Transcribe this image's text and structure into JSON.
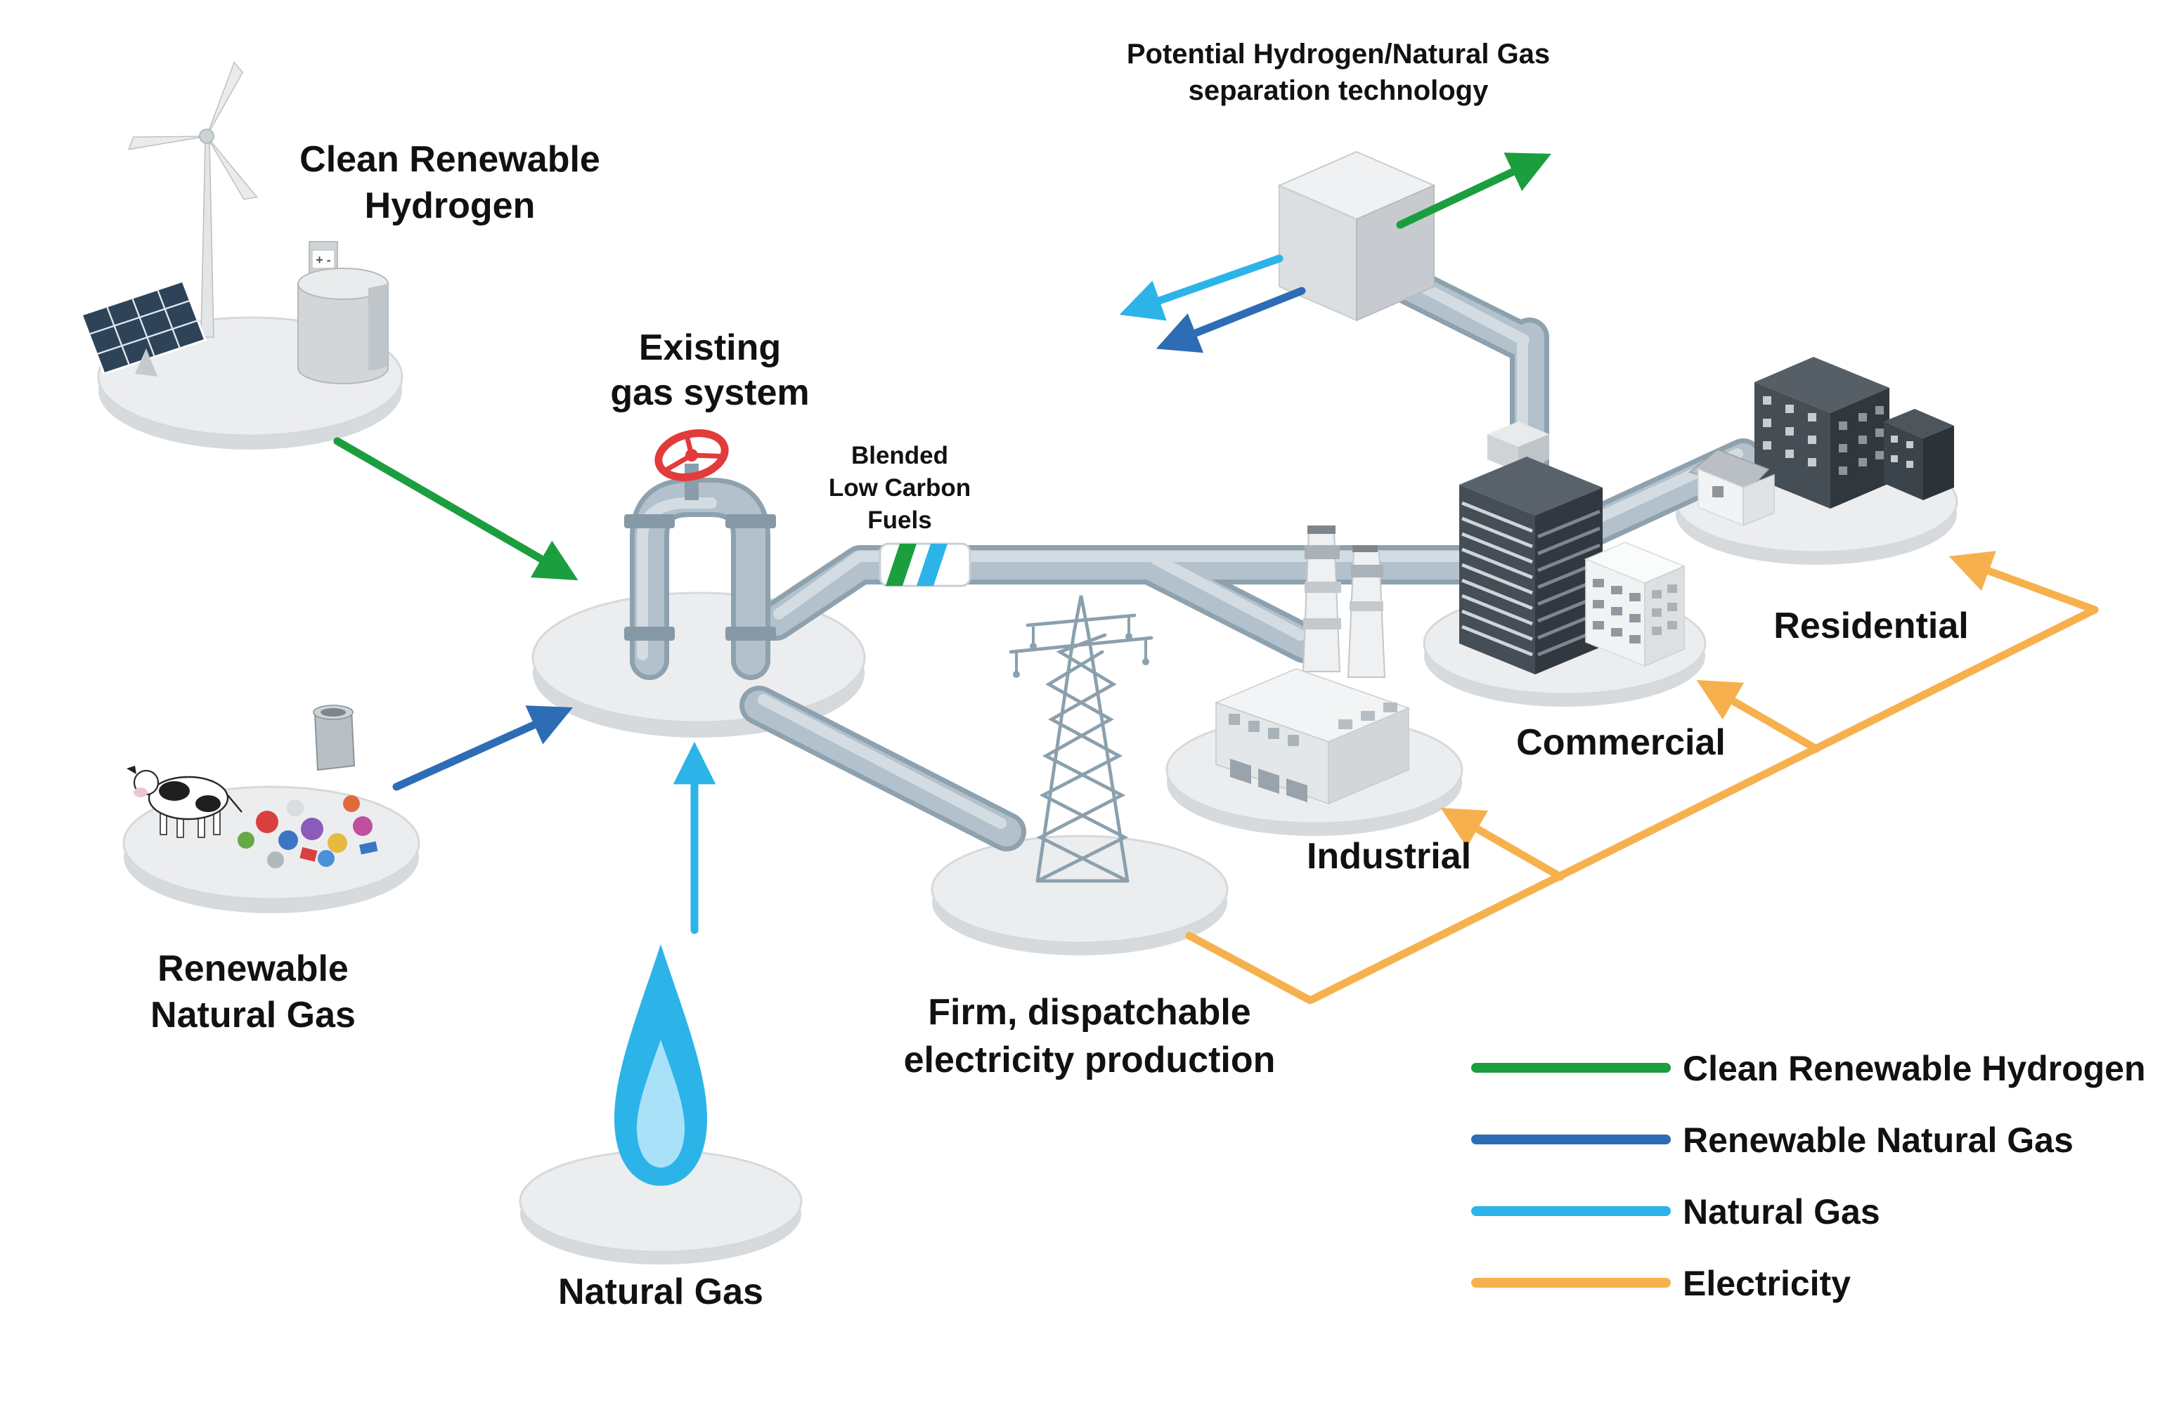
{
  "nodes": {
    "hydrogen": {
      "label_line1": "Clean Renewable",
      "label_line2": "Hydrogen",
      "tank_marking": "+ -"
    },
    "rng": {
      "label_line1": "Renewable",
      "label_line2": "Natural Gas"
    },
    "natural_gas": {
      "label": "Natural Gas"
    },
    "gas_system": {
      "label_line1": "Existing",
      "label_line2": "gas system"
    },
    "blended_fuels": {
      "label_line1": "Blended",
      "label_line2": "Low Carbon",
      "label_line3": "Fuels"
    },
    "separation": {
      "label_line1": "Potential Hydrogen/Natural Gas",
      "label_line2": "separation technology"
    },
    "electricity_production": {
      "label_line1": "Firm, dispatchable",
      "label_line2": "electricity production"
    },
    "industrial": {
      "label": "Industrial"
    },
    "commercial": {
      "label": "Commercial"
    },
    "residential": {
      "label": "Residential"
    }
  },
  "legend": {
    "items": [
      {
        "label": "Clean Renewable Hydrogen",
        "color": "#1b9e3e"
      },
      {
        "label": "Renewable Natural Gas",
        "color": "#2e6cb5"
      },
      {
        "label": "Natural Gas",
        "color": "#2cb4e8"
      },
      {
        "label": "Electricity",
        "color": "#f6b14e"
      }
    ]
  },
  "colors": {
    "hydrogen_green": "#1b9e3e",
    "rng_blue": "#2e6cb5",
    "natural_gas_blue": "#2cb4e8",
    "electricity_orange": "#f6b14e",
    "pipe_gray": "#9db0ba",
    "valve_red": "#e23b3b",
    "text": "#111111"
  }
}
